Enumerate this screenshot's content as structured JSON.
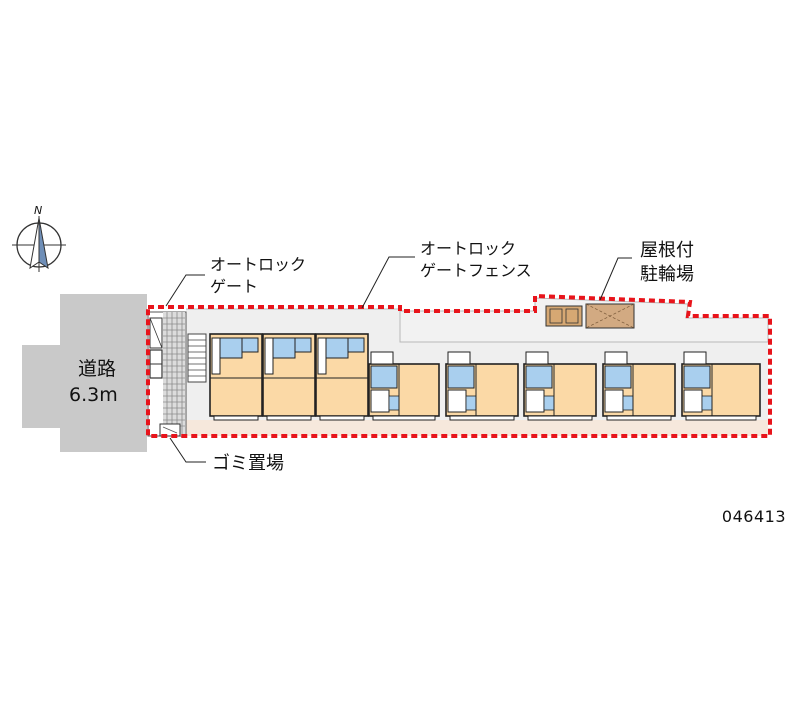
{
  "compass": {
    "north_label": "N"
  },
  "road": {
    "name": "道路",
    "width": "6.3m"
  },
  "callouts": {
    "autolock_gate_line1": "オートロック",
    "autolock_gate_line2": "ゲート",
    "autolock_fence_line1": "オートロック",
    "autolock_fence_line2": "ゲートフェンス",
    "bicycle_line1": "屋根付",
    "bicycle_line2": "駐輪場",
    "garbage": "ゴミ置場"
  },
  "property_id": "046413",
  "colors": {
    "road": "#c9c9c9",
    "boundary": "#e8141b",
    "unit_floor": "#fbd9a6",
    "wet_area": "#a9cfee",
    "bicycle_roof": "#cfa070",
    "courtyard": "#efefef"
  }
}
